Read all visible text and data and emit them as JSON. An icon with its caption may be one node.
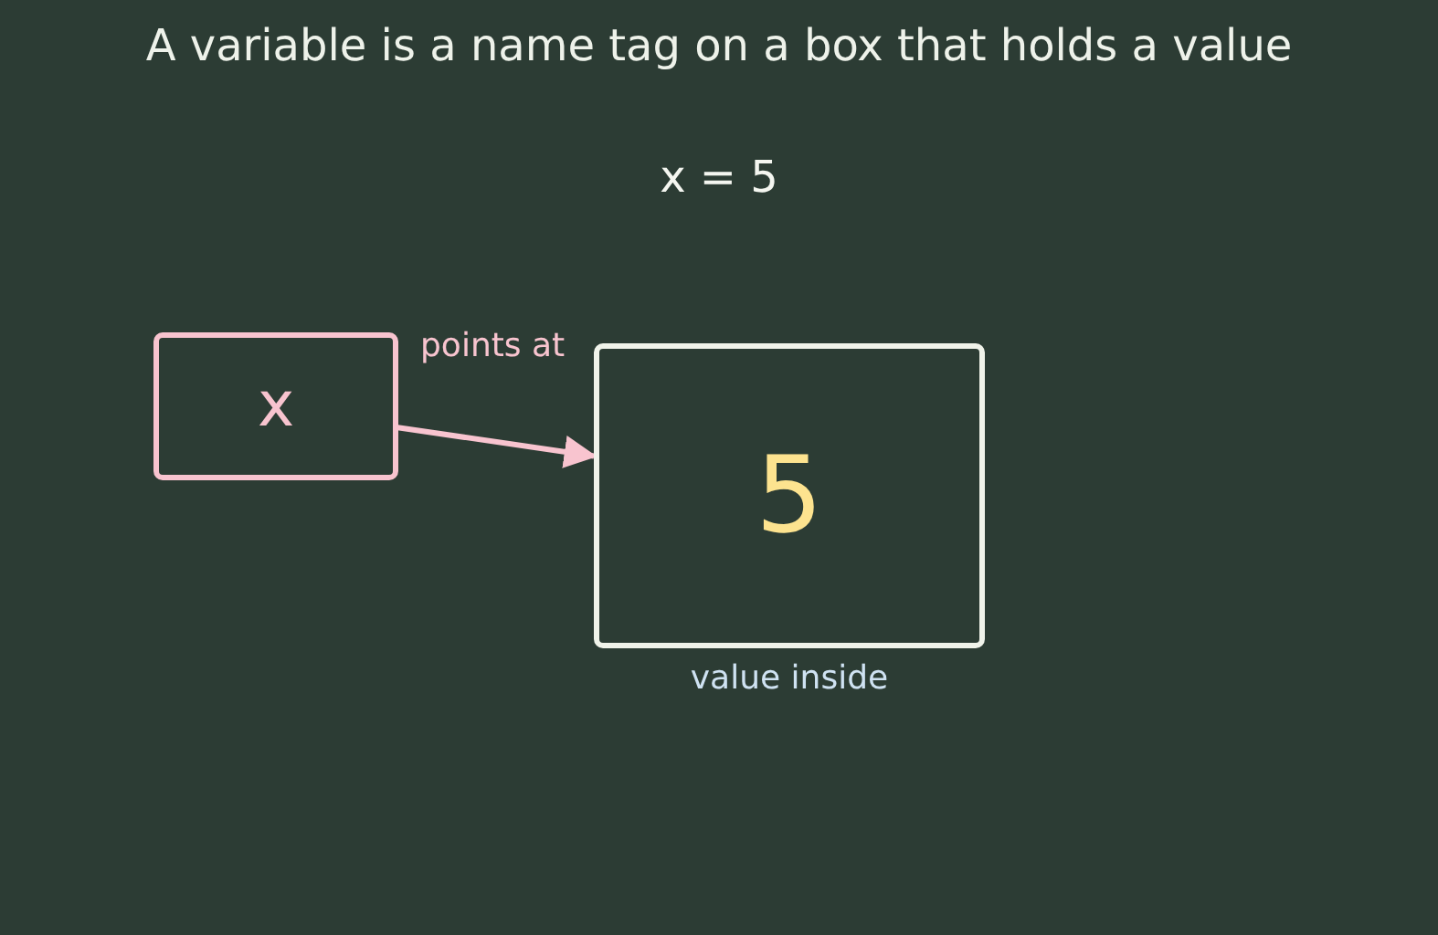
{
  "diagram": {
    "title": "A variable is a name tag on a box that holds a value",
    "nodes": [
      {
        "text": [
          "x"
        ]
      },
      {
        "text": [
          "5"
        ],
        "beside": [
          "value inside"
        ]
      }
    ],
    "edges": [
      {
        "from": 0,
        "to": 1,
        "arrow": "to",
        "label": "points at"
      }
    ],
    "labels": [
      "x = 5"
    ]
  }
}
